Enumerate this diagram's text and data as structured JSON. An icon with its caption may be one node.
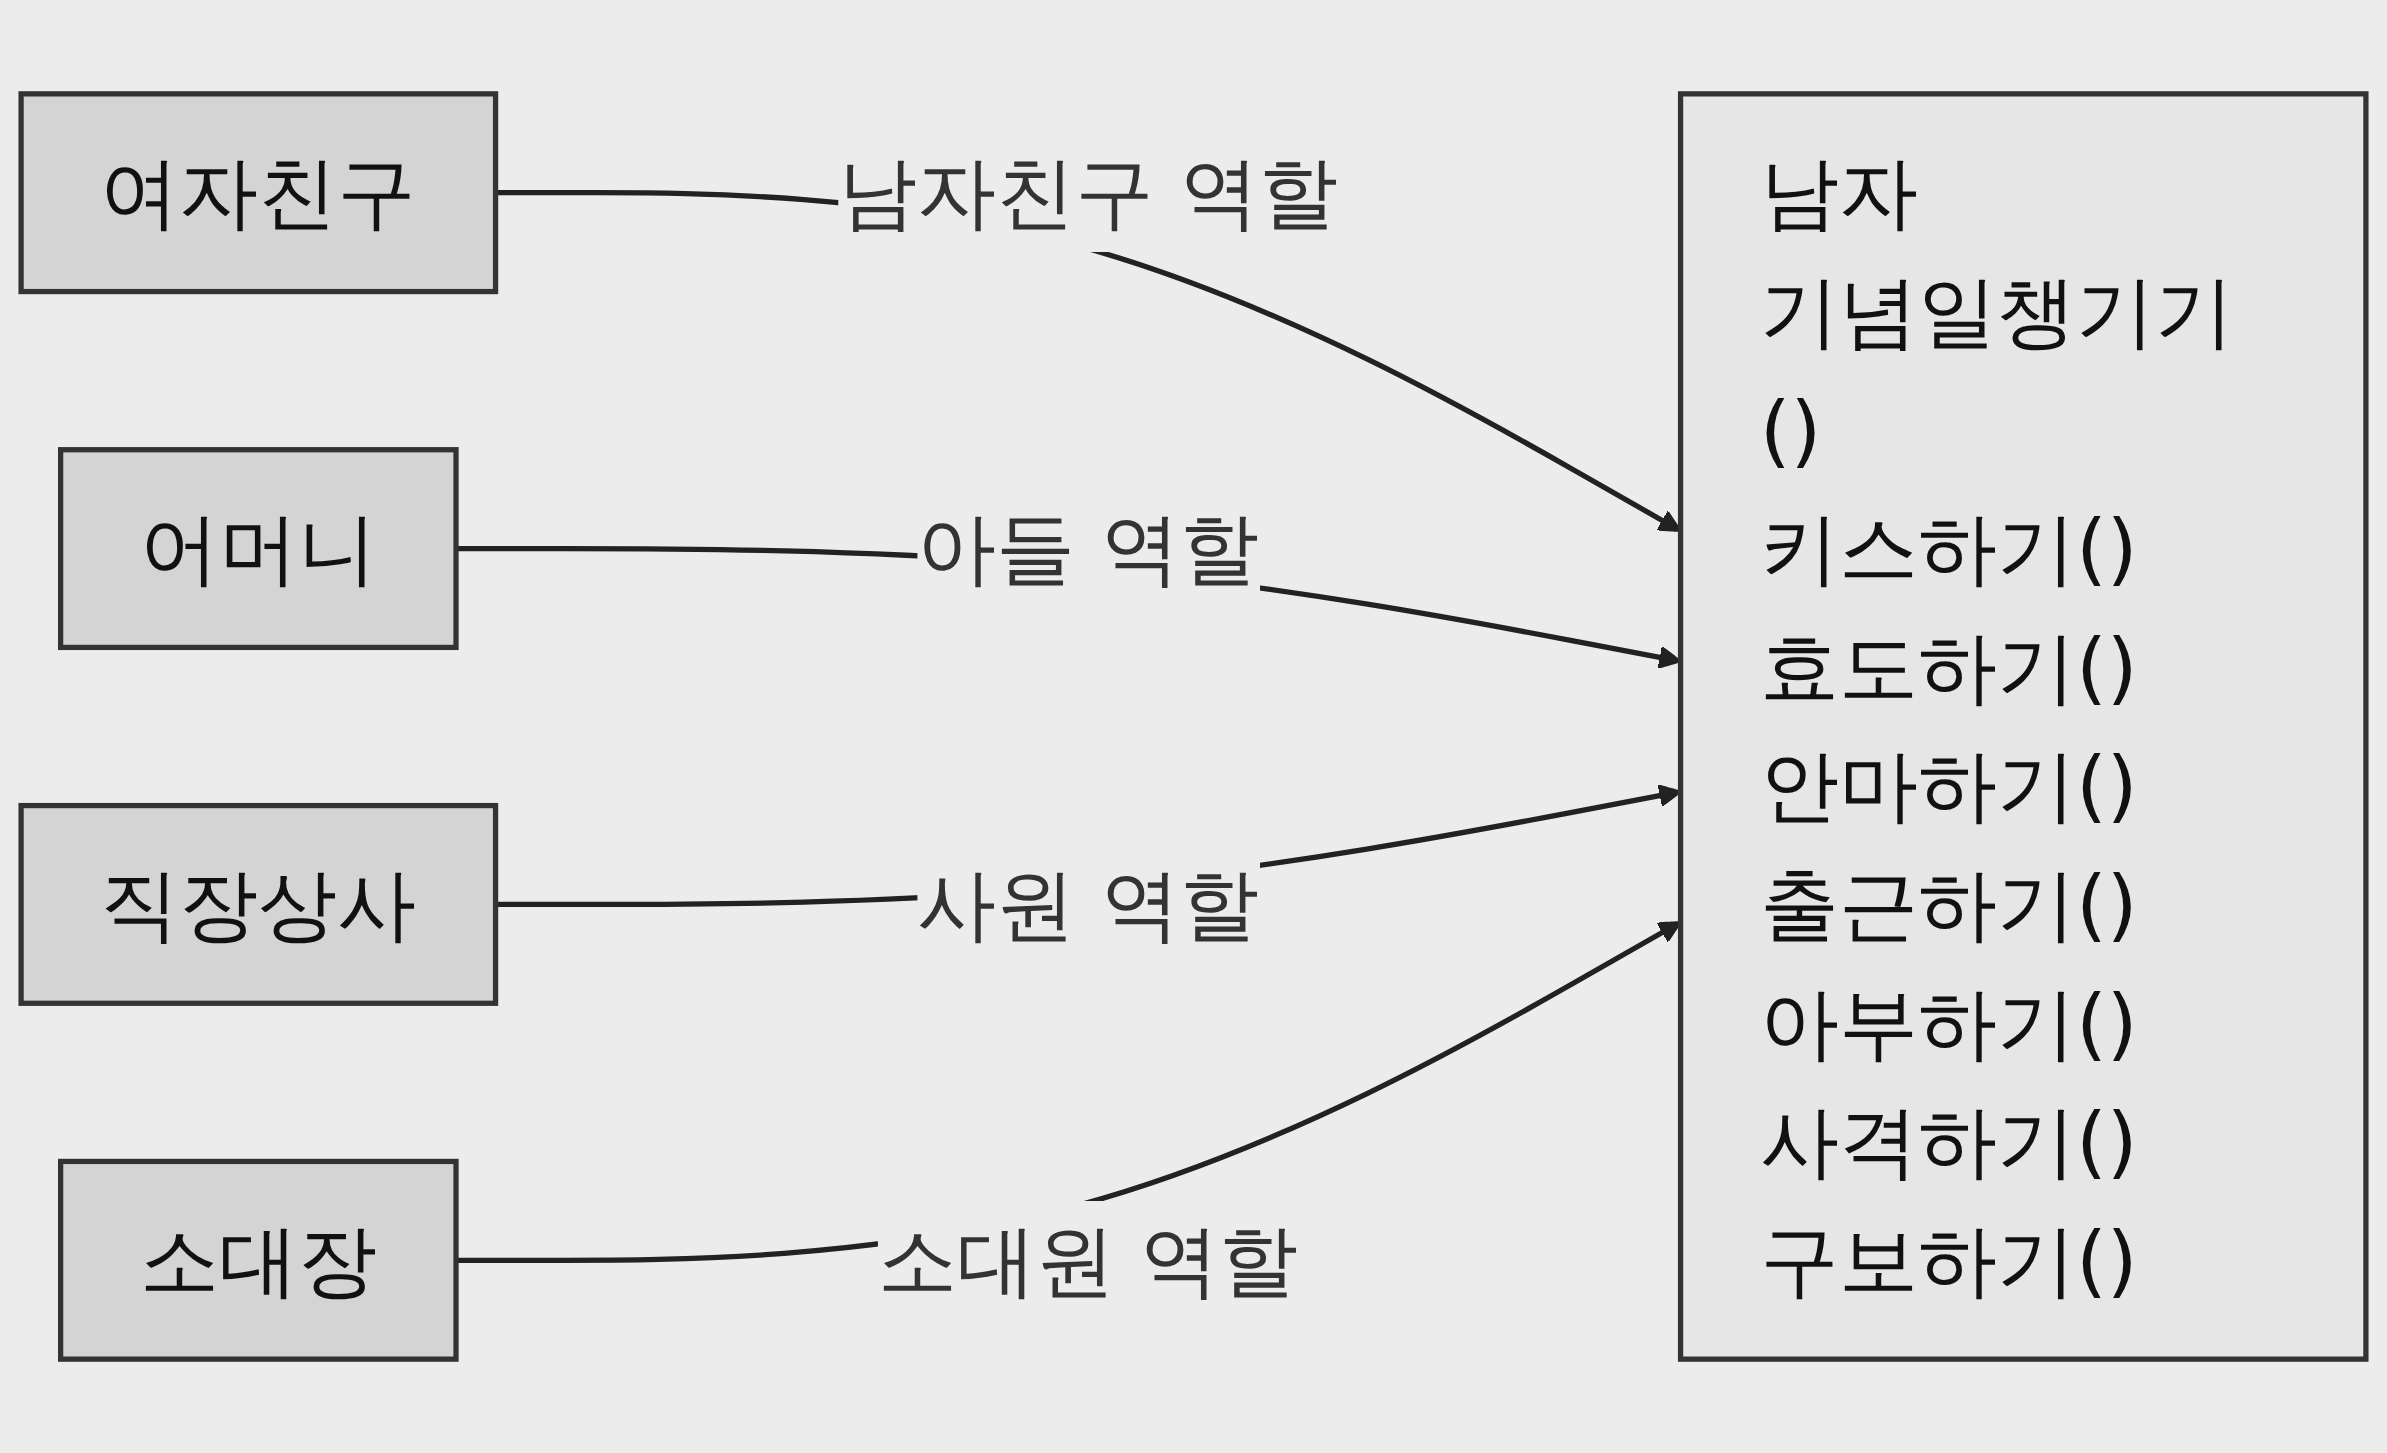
{
  "diagram": {
    "nodes": [
      {
        "text": [
          "여자친구"
        ]
      },
      {
        "text": [
          "어머니"
        ]
      },
      {
        "text": [
          "직장상사"
        ]
      },
      {
        "text": [
          "소대장"
        ]
      },
      {
        "text": [
          "남자",
          "기념일챙기기()",
          "키스하기()",
          "효도하기()",
          "안마하기()",
          "출근하기()",
          "아부하기()",
          "사격하기()",
          "구보하기()"
        ]
      }
    ],
    "edges": [
      {
        "from": 0,
        "to": 4,
        "arrow": "to",
        "label": "남자친구 역할"
      },
      {
        "from": 1,
        "to": 4,
        "arrow": "to",
        "label": "아들 역할"
      },
      {
        "from": 2,
        "to": 4,
        "arrow": "to",
        "label": "사원 역할"
      },
      {
        "from": 3,
        "to": 4,
        "arrow": "to",
        "label": "소대원 역할"
      }
    ]
  }
}
